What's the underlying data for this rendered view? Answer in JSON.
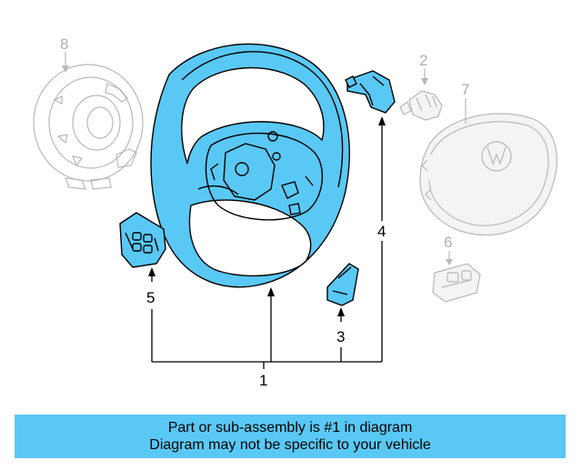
{
  "colors": {
    "highlight": "#5ac8f5",
    "banner": "#5ac8f5",
    "ghost": "#b8b8b8",
    "ink": "#000000"
  },
  "callouts": {
    "c1": "1",
    "c2": "2",
    "c3": "3",
    "c4": "4",
    "c5": "5",
    "c6": "6",
    "c7": "7",
    "c8": "8"
  },
  "parts": {
    "steering_wheel": {
      "callout": "1",
      "highlighted": true
    },
    "trim_cover": {
      "callout": "2",
      "highlighted": false
    },
    "lower_cover": {
      "callout": "3",
      "highlighted": true
    },
    "right_switch": {
      "callout": "4",
      "highlighted": true
    },
    "left_switch": {
      "callout": "5",
      "highlighted": true
    },
    "switch_bracket": {
      "callout": "6",
      "highlighted": false
    },
    "airbag_module": {
      "callout": "7",
      "highlighted": false
    },
    "clockspring": {
      "callout": "8",
      "highlighted": false
    }
  },
  "banner": {
    "line1": "Part or sub-assembly is #1 in diagram",
    "line2": "Diagram may not be specific to your vehicle"
  }
}
